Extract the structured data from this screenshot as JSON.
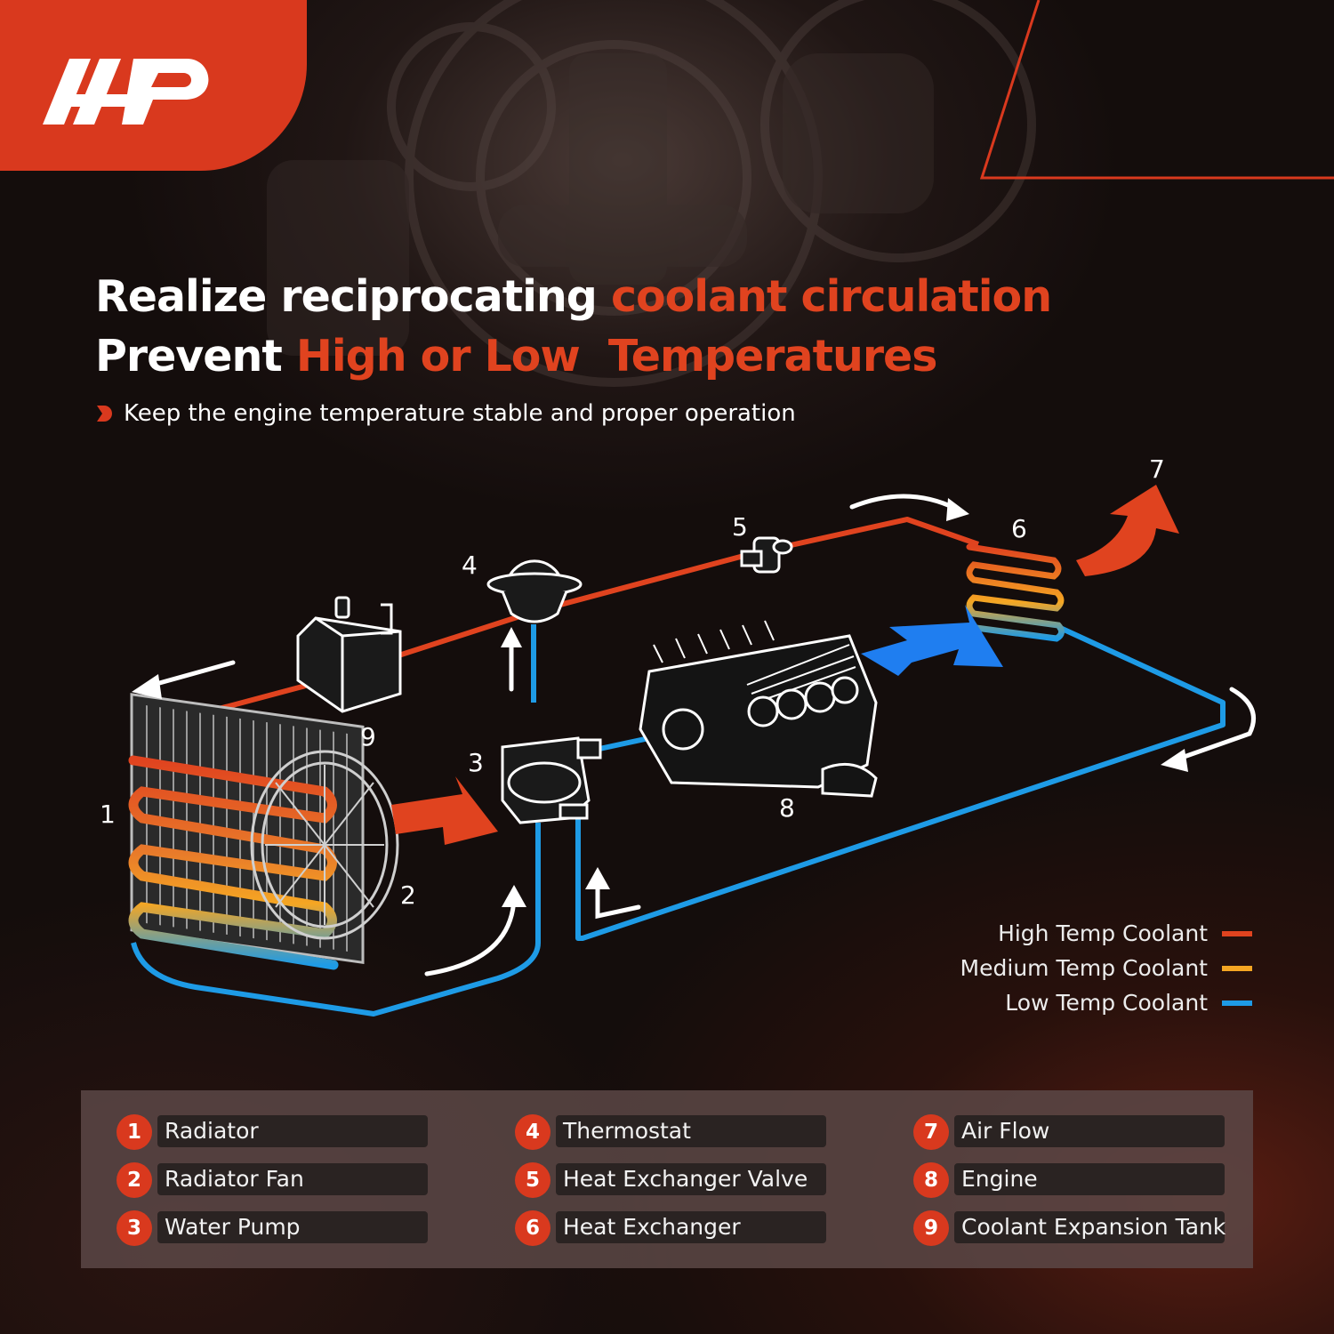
{
  "header": {
    "line1_white": "Realize reciprocating",
    "line1_accent": "coolant circulation",
    "line2_white": "Prevent",
    "line2_accent": "High or Low  Temperatures",
    "subline": "Keep the engine temperature stable and proper operation"
  },
  "colors": {
    "brand_red": "#d9391e",
    "high_temp": "#e0431f",
    "medium_temp": "#f5a623",
    "low_temp": "#1e9be6",
    "airflow_blue": "#1f7ef0"
  },
  "diagram": {
    "numbers": [
      "1",
      "2",
      "3",
      "4",
      "5",
      "6",
      "7",
      "8",
      "9"
    ]
  },
  "legend": [
    {
      "label": "High Temp Coolant",
      "color": "#e0431f"
    },
    {
      "label": "Medium Temp Coolant",
      "color": "#f5a623"
    },
    {
      "label": "Low Temp Coolant",
      "color": "#1e9be6"
    }
  ],
  "key": [
    {
      "num": "1",
      "label": "Radiator"
    },
    {
      "num": "2",
      "label": "Radiator Fan"
    },
    {
      "num": "3",
      "label": "Water Pump"
    },
    {
      "num": "4",
      "label": "Thermostat"
    },
    {
      "num": "5",
      "label": "Heat Exchanger Valve"
    },
    {
      "num": "6",
      "label": "Heat Exchanger"
    },
    {
      "num": "7",
      "label": "Air Flow"
    },
    {
      "num": "8",
      "label": "Engine"
    },
    {
      "num": "9",
      "label": "Coolant Expansion Tank"
    }
  ]
}
